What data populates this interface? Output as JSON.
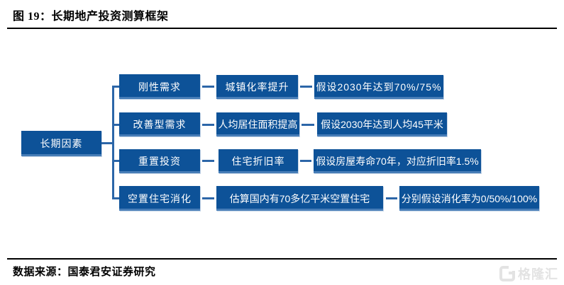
{
  "figure": {
    "title": "图 19：长期地产投资测算框架",
    "source": "数据来源：国泰君安证券研究"
  },
  "watermark": {
    "text": "格隆汇"
  },
  "colors": {
    "node_fill": "#0d5298",
    "connector": "#2c66a8",
    "node_text": "#ffffff",
    "rule": "#000000",
    "watermark_gray": "#e3e3e3"
  },
  "diagram": {
    "type": "flowchart",
    "root": {
      "label": "长期因素"
    },
    "rows": [
      {
        "factor": "刚性需求",
        "driver": "城镇化率提升",
        "assumption": "假设2030年达到70%/75%"
      },
      {
        "factor": "改善型需求",
        "driver": "人均居住面积提高",
        "assumption": "假设2030年达到人均45平米"
      },
      {
        "factor": "重置投资",
        "driver": "住宅折旧率",
        "assumption": "假设房屋寿命70年，对应折旧率1.5%"
      },
      {
        "factor": "空置住宅消化",
        "driver": "估算国内有70多亿平米空置住宅",
        "assumption": "分别假设消化率为0/50%/100%"
      }
    ]
  }
}
